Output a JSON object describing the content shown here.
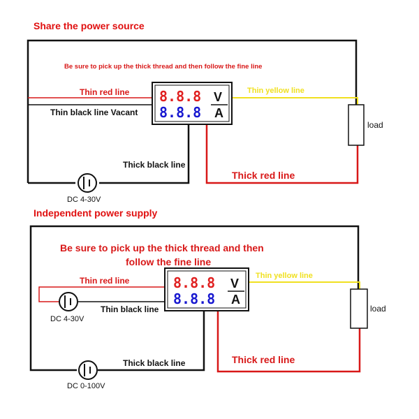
{
  "colors": {
    "black_wire": "#111111",
    "red_wire": "#d81818",
    "yellow_wire": "#f0e020",
    "title_red": "#e01010",
    "meter_red_digits": "#e02020",
    "meter_blue_digits": "#1818d0"
  },
  "top": {
    "title": "Share the power source",
    "note": "Be sure to pick up the thick thread and then follow the fine line",
    "thin_red_line": "Thin red line",
    "thin_black_vacant": "Thin black line Vacant",
    "thin_yellow_line": "Thin yellow line",
    "thick_black_line": "Thick black line",
    "thick_red_line": "Thick red line",
    "load": "load",
    "source": "DC 4-30V",
    "meter": {
      "volts_digits": "8.8.8",
      "amps_digits": "8.8.8",
      "volt_unit": "V",
      "amp_unit": "A"
    }
  },
  "bottom": {
    "title": "Independent power supply",
    "note_line1": "Be sure to pick up the thick thread and then",
    "note_line2": "follow the fine line",
    "thin_red_line": "Thin red line",
    "thin_black_line": "Thin black line",
    "thin_yellow_line": "Thin yellow line",
    "thick_black_line": "Thick black line",
    "thick_red_line": "Thick red line",
    "load": "load",
    "meter_source": "DC 4-30V",
    "load_source": "DC 0-100V",
    "meter": {
      "volts_digits": "8.8.8",
      "amps_digits": "8.8.8",
      "volt_unit": "V",
      "amp_unit": "A"
    }
  }
}
